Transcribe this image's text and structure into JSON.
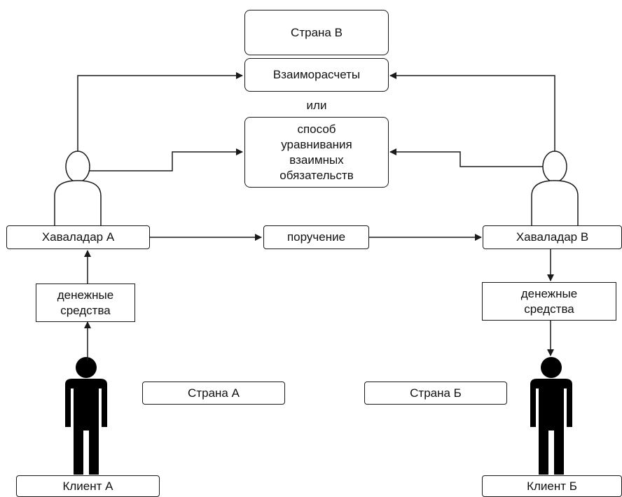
{
  "labels": {
    "country_v": "Страна В",
    "settlements": "Взаиморасчеты",
    "or": "или",
    "netting": "способ\nуравнивания\nвзаимных\nобязательств",
    "hawaladar_a": "Хаваладар А",
    "hawaladar_v": "Хаваладар В",
    "order": "поручение",
    "funds_left": "денежные\nсредства",
    "funds_right": "денежные\nсредства",
    "country_a": "Страна А",
    "country_b": "Страна Б",
    "client_a": "Клиент А",
    "client_b": "Клиент Б"
  },
  "icons": {
    "hawaladar_a": "person-outline-icon",
    "hawaladar_v": "person-outline-icon",
    "client_a": "person-solid-icon",
    "client_b": "person-solid-icon"
  },
  "colors": {
    "stroke": "#1a1a1a",
    "person_fill": "#000000",
    "background": "#ffffff"
  }
}
